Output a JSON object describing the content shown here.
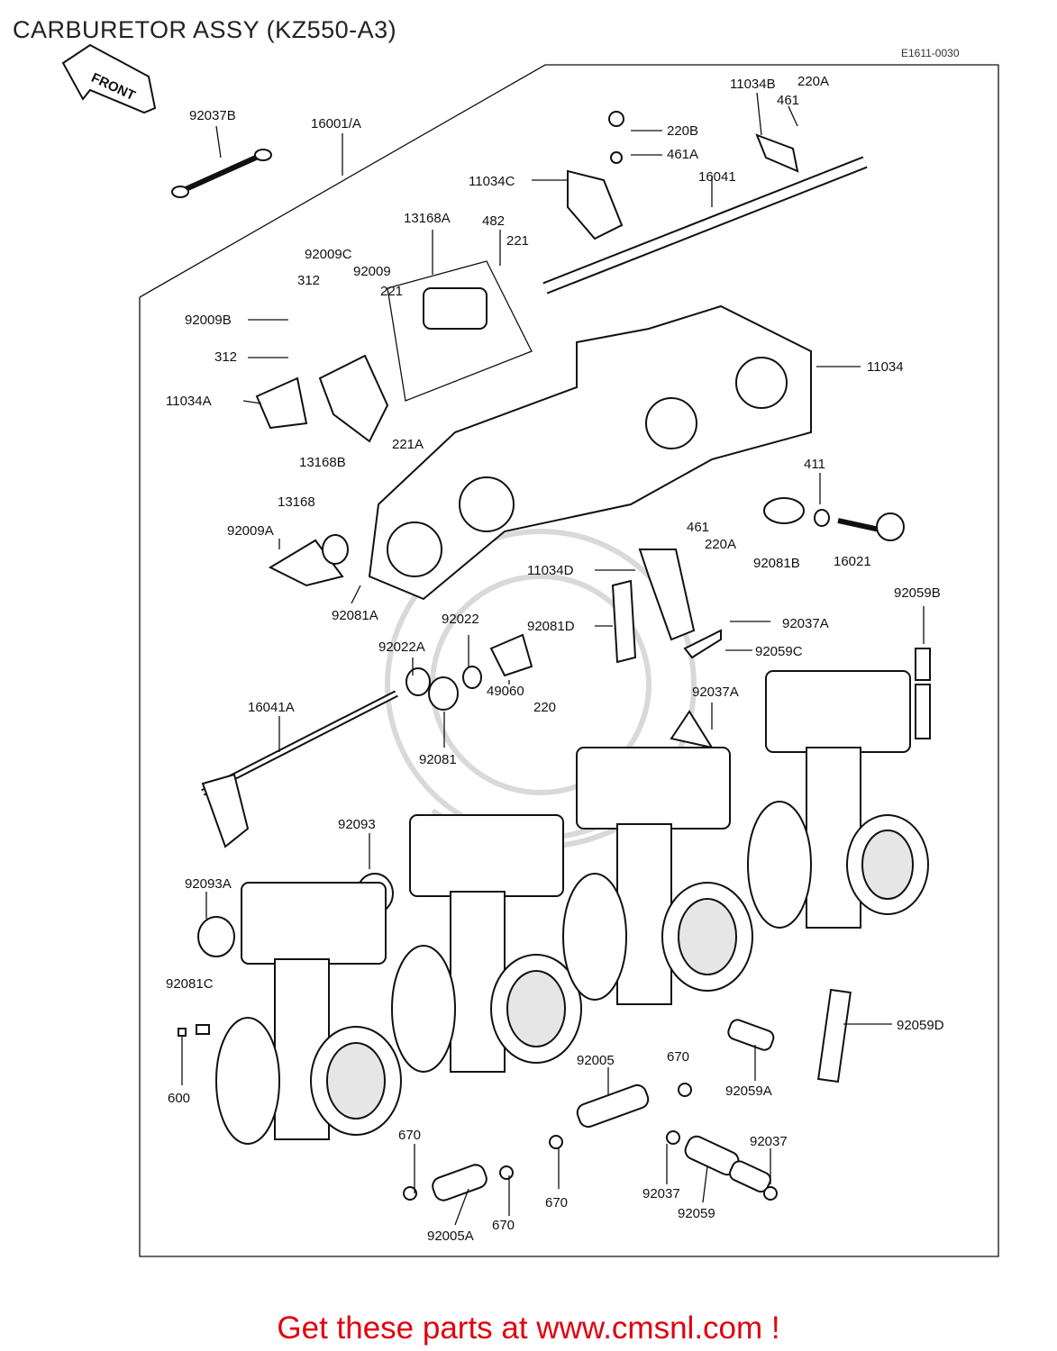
{
  "title": "CARBURETOR ASSY (KZ550-A3)",
  "diagram_code": "E1611-0030",
  "front_label": "FRONT",
  "footer": "Get these parts at www.cmsnl.com !",
  "part_labels": [
    "92037B",
    "16001/A",
    "11034B",
    "220A",
    "461",
    "220B",
    "461A",
    "11034C",
    "16041",
    "13168A",
    "482",
    "221",
    "92009C",
    "92009",
    "312",
    "221",
    "92009B",
    "312",
    "11034",
    "11034A",
    "13168B",
    "221A",
    "411",
    "13168",
    "92009A",
    "461",
    "220A",
    "92081B",
    "16021",
    "11034D",
    "92081A",
    "92022",
    "92081D",
    "92037A",
    "92059B",
    "92022A",
    "92059C",
    "49060",
    "220",
    "92037A",
    "16041A",
    "92081",
    "92093",
    "92093A",
    "92081C",
    "92059D",
    "600",
    "92005",
    "670",
    "92059A",
    "670",
    "92037",
    "670",
    "92037",
    "92059",
    "92005A",
    "670"
  ]
}
